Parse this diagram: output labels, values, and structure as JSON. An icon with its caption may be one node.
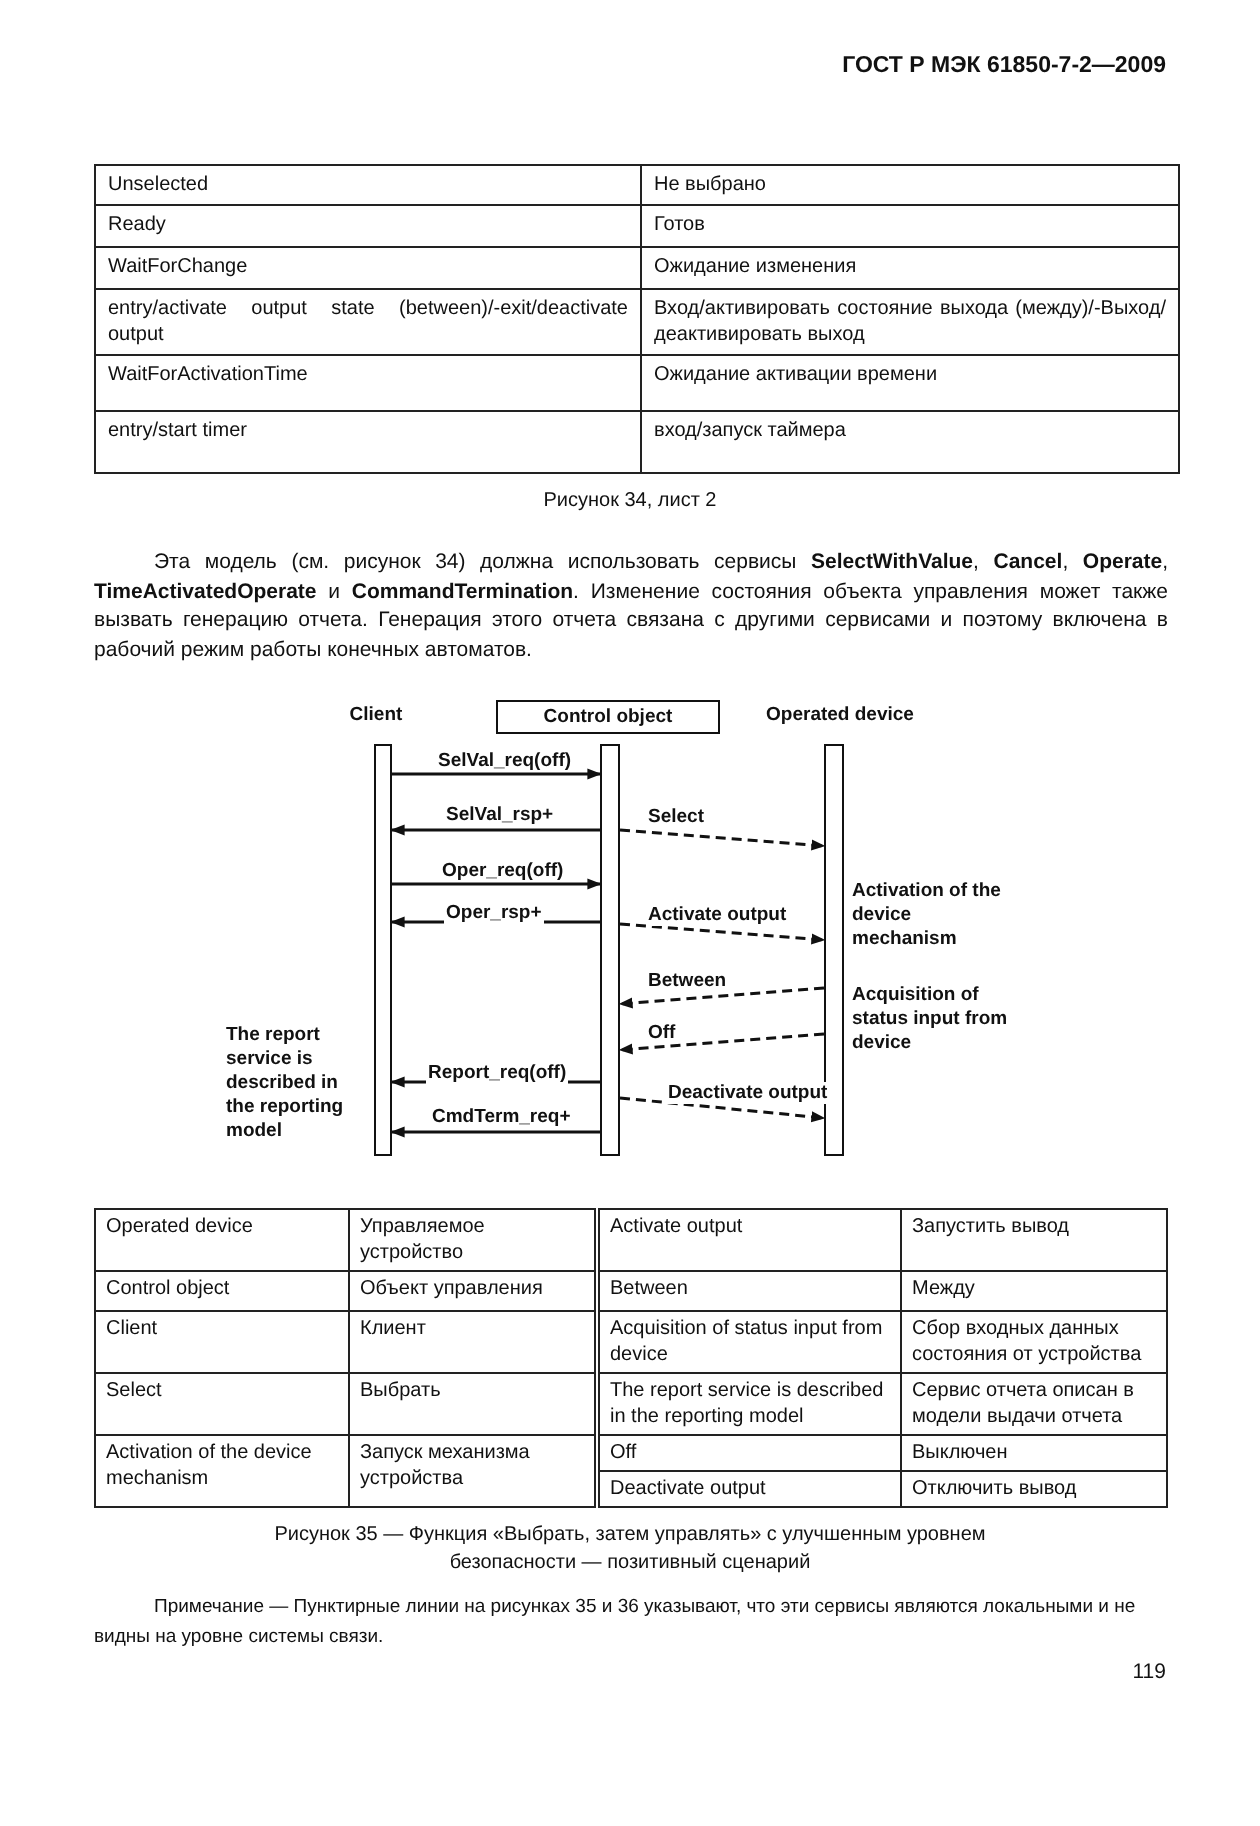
{
  "diagram": {
    "caption": "Рисунок 35 — Функция «Выбрать, затем управлять» с улучшенным уровнем безопасности — позитивный сценарий",
    "nodes": [
      {
        "text": [
          "Client"
        ]
      },
      {
        "text": [
          "Control object"
        ]
      },
      {
        "text": [
          "Operated device"
        ]
      },
      {
        "text": [],
        "shape": "bar"
      },
      {
        "text": [],
        "shape": "bar"
      },
      {
        "text": [],
        "shape": "bar"
      }
    ],
    "edges": [
      {
        "from": 3,
        "to": 4,
        "arrow": "to",
        "label": "SelVal_req(off)"
      },
      {
        "from": 4,
        "to": 3,
        "arrow": "to",
        "label": "SelVal_rsp+"
      },
      {
        "from": 4,
        "to": 5,
        "arrow": "to",
        "label": "Select",
        "style": "dashed"
      },
      {
        "from": 3,
        "to": 4,
        "arrow": "to",
        "label": "Oper_req(off)"
      },
      {
        "from": 4,
        "to": 3,
        "arrow": "to",
        "label": "Oper_rsp+"
      },
      {
        "from": 4,
        "to": 5,
        "arrow": "to",
        "label": "Activate output",
        "style": "dashed"
      },
      {
        "from": 5,
        "to": 4,
        "arrow": "to",
        "label": "Between",
        "style": "dashed"
      },
      {
        "from": 5,
        "to": 4,
        "arrow": "to",
        "label": "Off",
        "style": "dashed"
      },
      {
        "from": 4,
        "to": 3,
        "arrow": "to",
        "label": "Report_req(off)"
      },
      {
        "from": 4,
        "to": 5,
        "arrow": "to",
        "label": "Deactivate output",
        "style": "dashed"
      },
      {
        "from": 4,
        "to": 3,
        "arrow": "to",
        "label": "CmdTerm_req+"
      }
    ],
    "labels": [
      "ГОСТ Р МЭК 61850-7-2—2009",
      "Unselected",
      "Не выбрано",
      "Ready",
      "Готов",
      "WaitForChange",
      "Ожидание изменения",
      "entry/activate output state (between)/-exit/deactivate output",
      "Вход/активировать состояние выхода (между)/-Выход/деактивировать выход",
      "WaitForActivationTime",
      "Ожидание активации времени",
      "entry/start timer",
      "вход/запуск таймера",
      "Рисунок 34, лист 2",
      "Эта модель (см. рисунок 34) должна использовать сервисы **SelectWithValue**, **Cancel**, **Operate**, **TimeActivatedOperate** и **CommandTermination**. Изменение состояния объекта управления может также вызвать генерацию отчета. Генерация этого отчета связана с другими сервисами и поэтому включена в рабочий режим работы конечных автоматов.",
      "Activation of the device mechanism",
      "Acquisition of status input from device",
      "The report service is described in the reporting model",
      "Operated device",
      "Управляемое устройство",
      "Activate output",
      "Запустить вывод",
      "Control object",
      "Объект управления",
      "Between",
      "Между",
      "Client",
      "Клиент",
      "Acquisition of status input from device",
      "Сбор входных данных состояния от устройства",
      "Select",
      "Выбрать",
      "The report service is described in the reporting model",
      "Сервис отчета описан в модели выдачи отчета",
      "Activation of the device mechanism",
      "Запуск механизма устройства",
      "Off",
      "Выключен",
      "Deactivate output",
      "Отключить вывод",
      "Примечание — Пунктирные линии на рисунках 35 и 36 указывают, что эти сервисы являются локальными и не видны на уровне системы связи.",
      "119"
    ]
  }
}
